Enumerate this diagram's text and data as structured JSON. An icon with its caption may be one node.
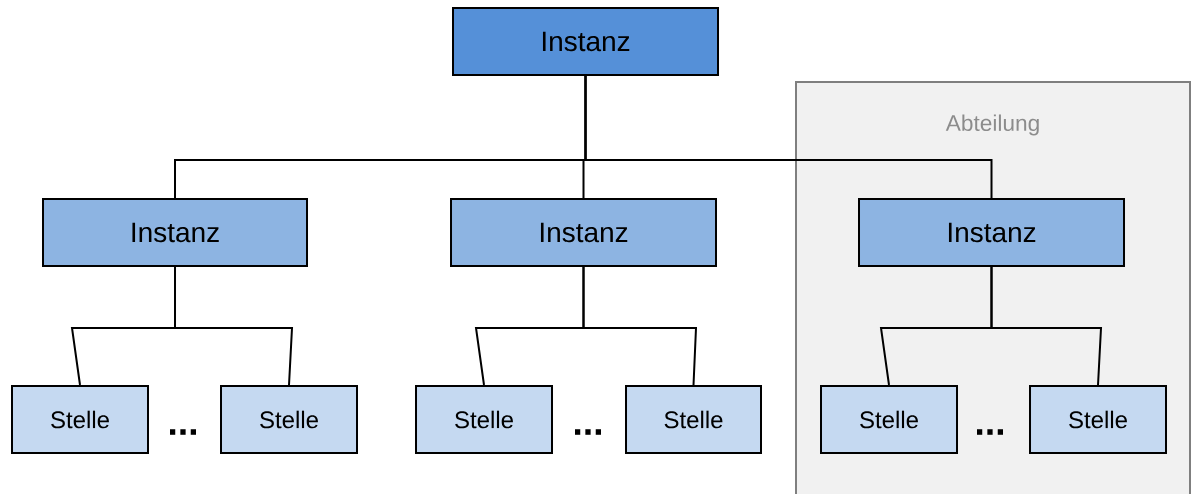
{
  "diagram": {
    "nodes": [
      {
        "text": [
          "Instanz"
        ]
      },
      {
        "text": [
          "Abteilung"
        ]
      },
      {
        "text": [
          "Instanz"
        ]
      },
      {
        "text": [
          "Instanz"
        ]
      },
      {
        "text": [
          "Instanz"
        ],
        "in": 1
      },
      {
        "text": [
          "Stelle"
        ]
      },
      {
        "text": [
          "Stelle"
        ]
      },
      {
        "text": [
          "Stelle"
        ]
      },
      {
        "text": [
          "Stelle"
        ]
      },
      {
        "text": [
          "Stelle"
        ],
        "in": 1
      },
      {
        "text": [
          "Stelle"
        ],
        "in": 1
      }
    ],
    "edges": [
      {
        "from": 0,
        "to": 2,
        "arrow": "none"
      },
      {
        "from": 0,
        "to": 3,
        "arrow": "none"
      },
      {
        "from": 0,
        "to": 4,
        "arrow": "none"
      },
      {
        "from": 2,
        "to": 5,
        "arrow": "none"
      },
      {
        "from": 2,
        "to": 6,
        "arrow": "none"
      },
      {
        "from": 3,
        "to": 7,
        "arrow": "none"
      },
      {
        "from": 3,
        "to": 8,
        "arrow": "none"
      },
      {
        "from": 4,
        "to": 9,
        "arrow": "none"
      },
      {
        "from": 4,
        "to": 10,
        "arrow": "none"
      }
    ],
    "labels": [
      "...",
      "...",
      "..."
    ]
  }
}
